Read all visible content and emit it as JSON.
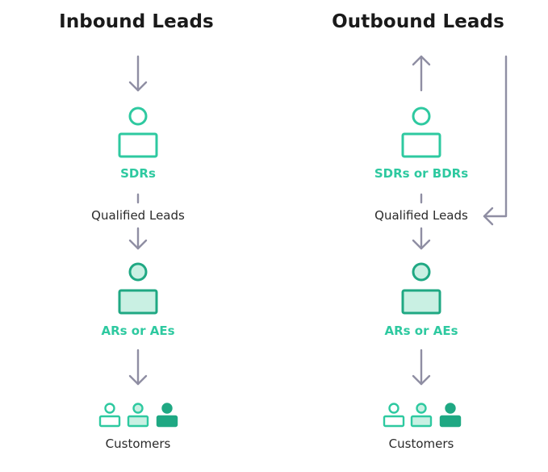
{
  "inbound": {
    "title": "Inbound Leads",
    "stage1_label": "SDRs",
    "handoff_label": "Qualified Leads",
    "stage2_label": "ARs or AEs",
    "final_label": "Customers"
  },
  "outbound": {
    "title": "Outbound Leads",
    "stage1_label": "SDRs or BDRs",
    "handoff_label": "Qualified Leads",
    "stage2_label": "ARs or AEs",
    "final_label": "Customers"
  },
  "colors": {
    "accent": "#2ec9a0",
    "accent_dark": "#1fa883",
    "accent_light": "#c9f0e3",
    "arrow": "#8f8ea3",
    "text": "#1a1a1a"
  },
  "icons": {
    "person": "person-icon",
    "customer": "customer-icon",
    "arrow": "arrow-icon"
  }
}
